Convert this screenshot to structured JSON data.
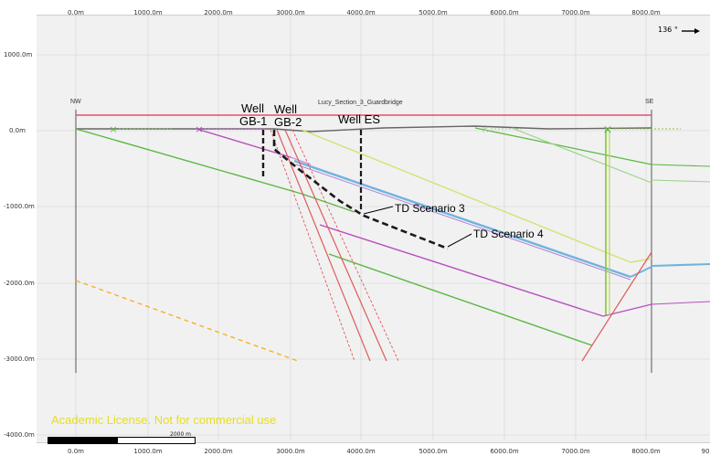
{
  "x_axis": {
    "ticks": [
      "0.0m",
      "1000.0m",
      "2000.0m",
      "3000.0m",
      "4000.0m",
      "5000.0m",
      "6000.0m",
      "7000.0m",
      "8000.0m"
    ],
    "bottom_extra_tick": "90"
  },
  "y_axis": {
    "ticks": [
      "1000.0m",
      "0.0m",
      "-1000.0m",
      "-2000.0m",
      "-3000.0m",
      "-4000.0m"
    ]
  },
  "section": {
    "name": "Lucy_Section_3_Guardbridge",
    "left_end": "NW",
    "right_end": "SE",
    "azimuth": "136 °"
  },
  "annotations": {
    "well_gb1_line1": "Well",
    "well_gb1_line2": "GB-1",
    "well_gb2_line1": "Well",
    "well_gb2_line2": "GB-2",
    "well_es": "Well ES",
    "td_scenario_3": "TD Scenario 3",
    "td_scenario_4": "TD Scenario 4"
  },
  "license_text": "Academic License. Not for commercial use",
  "scale_bar_label": "2000 m",
  "colors": {
    "license": "#e4de24",
    "section_top_line": "#e05070",
    "green_horizon": "#5ab843",
    "magenta_horizon": "#b84fc0",
    "yellow_horizon": "#d8e070",
    "blue_horizon": "#6fb3e0",
    "fault": "#e0504a",
    "dashed_orange": "#f5b224",
    "well_path": "#1a1a1a"
  }
}
